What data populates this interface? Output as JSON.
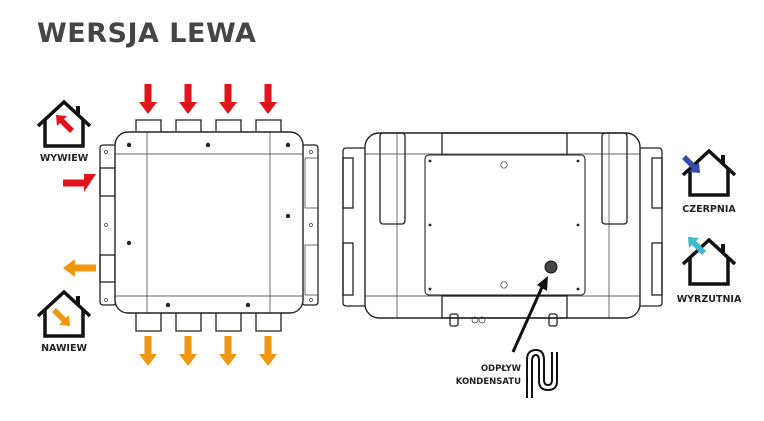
{
  "title": "WERSJA LEWA",
  "labels": {
    "wywiew": "WYWIEW",
    "nawiew": "NAWIEW",
    "czerpnia": "CZERPNIA",
    "wyrzutnia": "WYRZUTNIA",
    "odplyw_line1": "ODPŁYW",
    "odplyw_line2": "KONDENSATU"
  },
  "colors": {
    "extract_red": "#e3131b",
    "supply_orange": "#f0960f",
    "intake_blue": "#3a4aa8",
    "exhaust_cyan": "#3fb8cf"
  }
}
